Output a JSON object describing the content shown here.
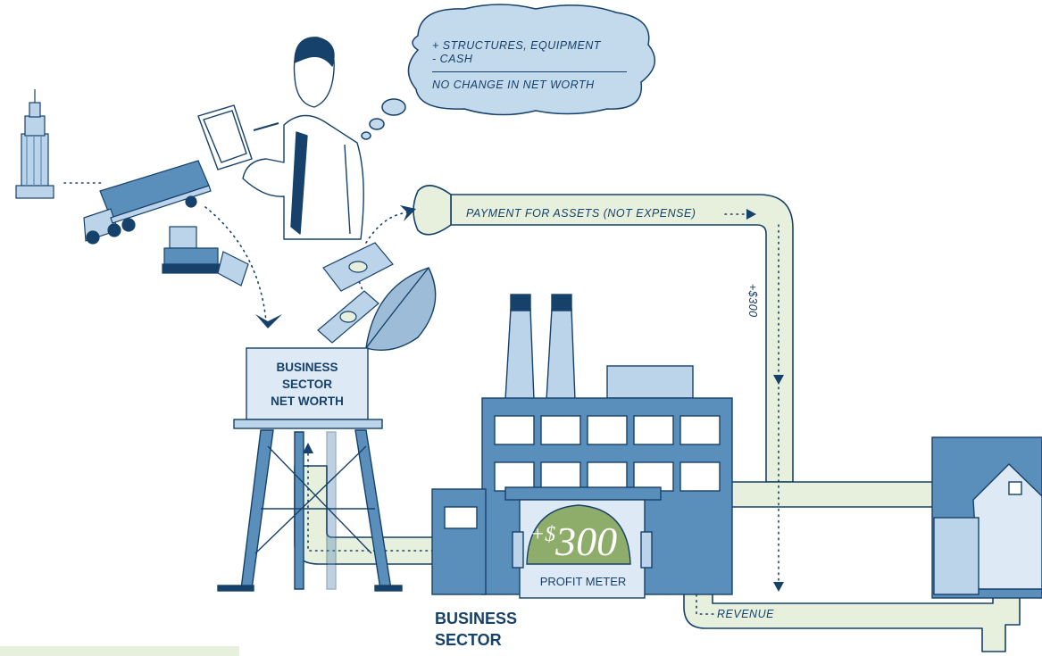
{
  "colors": {
    "ink": "#16416a",
    "building_blue": "#5b8fbb",
    "light_blue": "#bcd4ea",
    "pipe_fill": "#e6f0dc",
    "meter_green": "#8fad6a"
  },
  "thought_bubble": {
    "line1": "+ STRUCTURES, EQUIPMENT",
    "line2": "- CASH",
    "line3": "NO CHANGE IN NET WORTH"
  },
  "pipe_labels": {
    "payment": "PAYMENT FOR ASSETS (NOT EXPENSE)",
    "amount": "+$300",
    "revenue": "REVENUE"
  },
  "tank": {
    "line1": "BUSINESS",
    "line2": "SECTOR",
    "line3": "NET WORTH"
  },
  "profit_meter": {
    "sign": "+$",
    "value": "300",
    "label": "PROFIT METER"
  },
  "sector_label": {
    "line1": "BUSINESS",
    "line2": "SECTOR"
  }
}
